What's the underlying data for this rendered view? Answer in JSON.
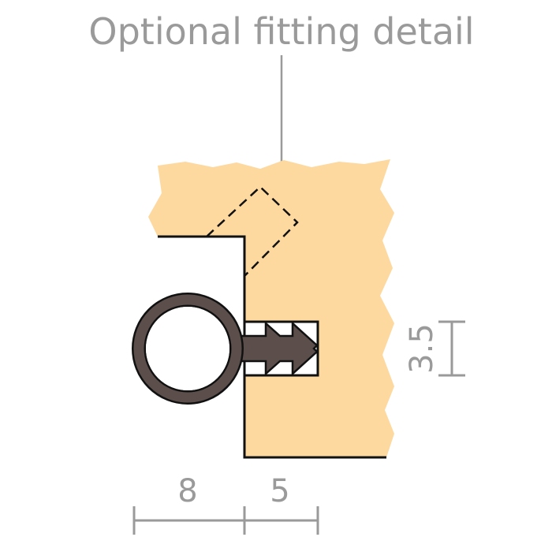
{
  "title": "Optional fitting detail",
  "dimensions": {
    "left_width": "8",
    "groove_depth": "5",
    "groove_height": "3.5"
  },
  "colors": {
    "wood": "#fdd9a0",
    "seal": "#5b4e4b",
    "dimension": "#9a9a9a",
    "outline": "#111111"
  }
}
